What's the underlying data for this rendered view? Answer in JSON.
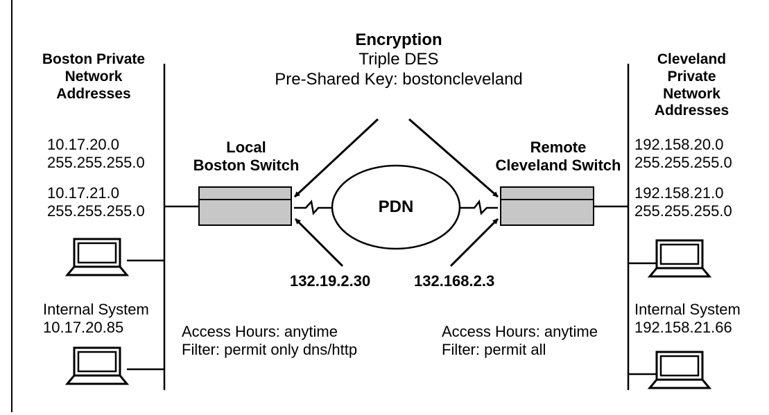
{
  "encryption": {
    "title": "Encryption",
    "algorithm": "Triple DES",
    "key": "Pre-Shared Key: bostoncleveland"
  },
  "boston": {
    "heading": [
      "Boston Private",
      "Network",
      "Addresses"
    ],
    "networks": [
      {
        "address": "10.17.20.0",
        "mask": "255.255.255.0"
      },
      {
        "address": "10.17.21.0",
        "mask": "255.255.255.0"
      }
    ],
    "internal_system": {
      "label": "Internal System",
      "address": "10.17.20.85"
    },
    "switch_label": [
      "Local",
      "Boston Switch"
    ],
    "switch_ip": "132.19.2.30",
    "policy": {
      "hours": "Access Hours: anytime",
      "filter": "Filter: permit only dns/http"
    }
  },
  "cleveland": {
    "heading": [
      "Cleveland",
      "Private",
      "Network",
      "Addresses"
    ],
    "networks": [
      {
        "address": "192.158.20.0",
        "mask": "255.255.255.0"
      },
      {
        "address": "192.158.21.0",
        "mask": "255.255.255.0"
      }
    ],
    "internal_system": {
      "label": "Internal System",
      "address": "192.158.21.66"
    },
    "switch_label": [
      "Remote",
      "Cleveland Switch"
    ],
    "switch_ip": "132.168.2.3",
    "policy": {
      "hours": "Access Hours: anytime",
      "filter": "Filter: permit all"
    }
  },
  "cloud": {
    "label": "PDN"
  },
  "icons": {
    "laptop": "laptop-icon",
    "switch": "network-switch-icon",
    "cloud": "network-cloud-icon",
    "link": "serial-link-icon"
  }
}
